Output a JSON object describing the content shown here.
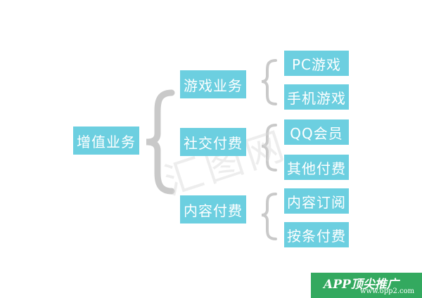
{
  "diagram": {
    "root": {
      "label": "增值业务"
    },
    "watermark": "汇图网",
    "branches": [
      {
        "label": "游戏业务",
        "children": [
          "PC游戏",
          "手机游戏"
        ]
      },
      {
        "label": "社交付费",
        "children": [
          "QQ会员",
          "其他付费"
        ]
      },
      {
        "label": "内容付费",
        "children": [
          "内容订阅",
          "按条付费"
        ]
      }
    ],
    "colors": {
      "node": "#6ccfe0",
      "brace": "#c9c9c9",
      "text": "#ffffff"
    }
  },
  "footer": {
    "logo": "APP顶尖推广",
    "url": "www.opp2.com"
  }
}
